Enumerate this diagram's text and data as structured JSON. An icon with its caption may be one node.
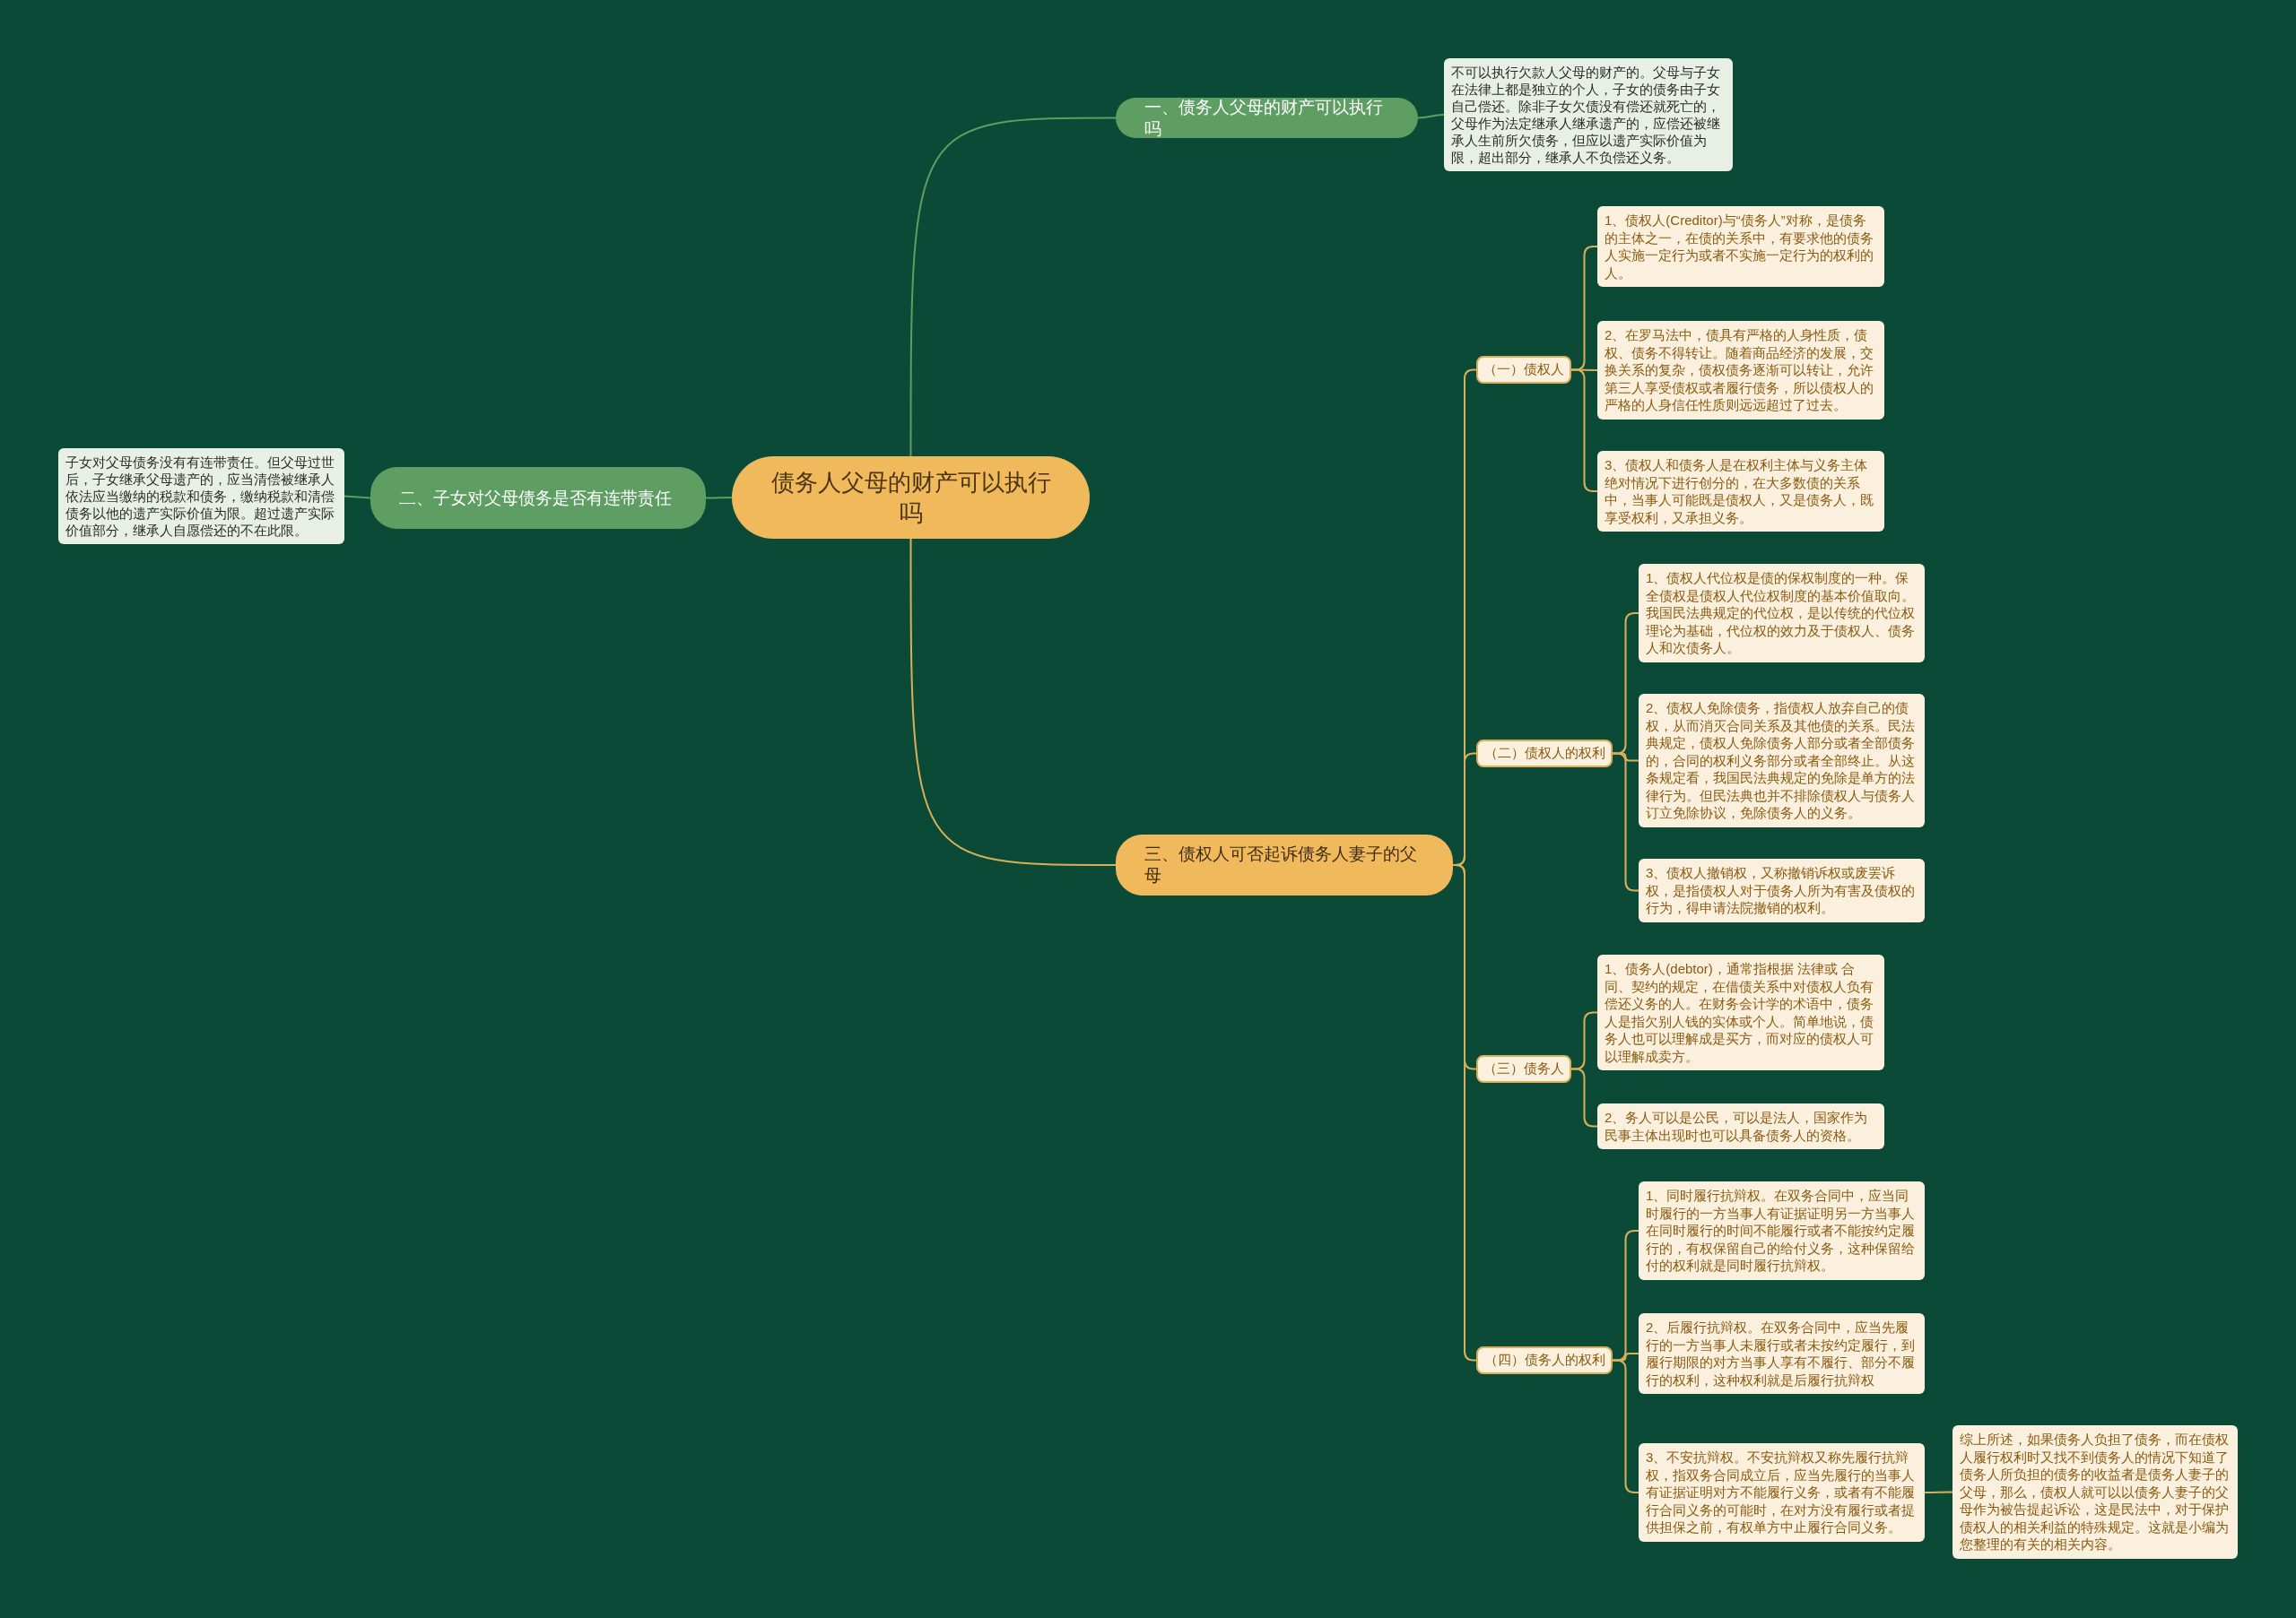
{
  "diagram": {
    "nodes": [
      {
        "text": [
          "债务人父母的财产可以执行吗"
        ]
      },
      {
        "text": [
          "一、债务人父母的财产可以执行吗"
        ]
      },
      {
        "text": [
          "不可以执行欠款人父母的财产的。父母与子女在法律上都是独立的个人，子女的债务由子女自己偿还。除非子女欠债没有偿还就死亡的，父母作为法定继承人继承遗产的，应偿还被继承人生前所欠债务，但应以遗产实际价值为限，超出部分，继承人不负偿还义务。"
        ]
      },
      {
        "text": [
          "二、子女对父母债务是否有连带责任"
        ]
      },
      {
        "text": [
          "子女对父母债务没有有连带责任。但父母过世后，子女继承父母遗产的，应当清偿被继承人依法应当缴纳的税款和债务，缴纳税款和清偿债务以他的遗产实际价值为限。超过遗产实际价值部分，继承人自愿偿还的不在此限。"
        ]
      },
      {
        "text": [
          "三、债权人可否起诉债务人妻子的父母"
        ]
      },
      {
        "text": [
          "（一）债权人"
        ]
      },
      {
        "text": [
          "1、债权人(Creditor)与“债务人”对称，是债务的主体之一，在债的关系中，有要求他的债务人实施一定行为或者不实施一定行为的权利的人。"
        ]
      },
      {
        "text": [
          "2、在罗马法中，债具有严格的人身性质，债权、债务不得转让。随着商品经济的发展，交换关系的复杂，债权债务逐渐可以转让，允许第三人享受债权或者履行债务，所以债权人的严格的人身信任性质则远远超过了过去。"
        ]
      },
      {
        "text": [
          "3、债权人和债务人是在权利主体与义务主体绝对情况下进行创分的，在大多数债的关系中，当事人可能既是债权人，又是债务人，既享受权利，又承担义务。"
        ]
      },
      {
        "text": [
          "（二）债权人的权利"
        ]
      },
      {
        "text": [
          "1、债权人代位权是债的保权制度的一种。保全债权是债权人代位权制度的基本价值取向。我国民法典规定的代位权，是以传统的代位权理论为基础，代位权的效力及于债权人、债务人和次债务人。"
        ]
      },
      {
        "text": [
          "2、债权人免除债务，指债权人放弃自己的债权，从而消灭合同关系及其他债的关系。民法典规定，债权人免除债务人部分或者全部债务的，合同的权利义务部分或者全部终止。从这条规定看，我国民法典规定的免除是单方的法律行为。但民法典也并不排除债权人与债务人订立免除协议，免除债务人的义务。"
        ]
      },
      {
        "text": [
          "3、债权人撤销权，又称撤销诉权或废罢诉权，是指债权人对于债务人所为有害及债权的行为，得申请法院撤销的权利。"
        ]
      },
      {
        "text": [
          "（三）债务人"
        ]
      },
      {
        "text": [
          "1、债务人(debtor)，通常指根据 法律或 合同、契约的规定，在借债关系中对债权人负有偿还义务的人。在财务会计学的术语中，债务人是指欠别人钱的实体或个人。简单地说，债务人也可以理解成是买方，而对应的债权人可以理解成卖方。"
        ]
      },
      {
        "text": [
          "2、务人可以是公民，可以是法人，国家作为民事主体出现时也可以具备债务人的资格。"
        ]
      },
      {
        "text": [
          "（四）债务人的权利"
        ]
      },
      {
        "text": [
          "1、同时履行抗辩权。在双务合同中，应当同时履行的一方当事人有证据证明另一方当事人在同时履行的时间不能履行或者不能按约定履行的，有权保留自己的给付义务，这种保留给付的权利就是同时履行抗辩权。"
        ]
      },
      {
        "text": [
          "2、后履行抗辩权。在双务合同中，应当先履行的一方当事人未履行或者未按约定履行，到履行期限的对方当事人享有不履行、部分不履行的权利，这种权利就是后履行抗辩权"
        ]
      },
      {
        "text": [
          "3、不安抗辩权。不安抗辩权又称先履行抗辩权，指双务合同成立后，应当先履行的当事人有证据证明对方不能履行义务，或者有不能履行合同义务的可能时，在对方没有履行或者提供担保之前，有权单方中止履行合同义务。"
        ]
      },
      {
        "text": [
          "综上所述，如果债务人负担了债务，而在债权人履行权利时又找不到债务人的情况下知道了债务人所负担的债务的收益者是债务人妻子的父母，那么，债权人就可以以债务人妻子的父母作为被告提起诉讼，这是民法中，对于保护债权人的相关利益的特殊规定。这就是小编为您整理的有关的相关内容。"
        ]
      }
    ],
    "edges": [
      {
        "from": 0,
        "to": 1,
        "arrow": "none",
        "color": "#5e9e63"
      },
      {
        "from": 1,
        "to": 2,
        "arrow": "none",
        "color": "#5e9e63"
      },
      {
        "from": 0,
        "to": 3,
        "arrow": "none",
        "color": "#5e9e63"
      },
      {
        "from": 3,
        "to": 4,
        "arrow": "none",
        "color": "#5e9e63"
      },
      {
        "from": 0,
        "to": 5,
        "arrow": "none"
      },
      {
        "from": 5,
        "to": 6,
        "arrow": "none"
      },
      {
        "from": 6,
        "to": 7,
        "arrow": "none"
      },
      {
        "from": 6,
        "to": 8,
        "arrow": "none"
      },
      {
        "from": 6,
        "to": 9,
        "arrow": "none"
      },
      {
        "from": 5,
        "to": 10,
        "arrow": "none"
      },
      {
        "from": 10,
        "to": 11,
        "arrow": "none"
      },
      {
        "from": 10,
        "to": 12,
        "arrow": "none"
      },
      {
        "from": 10,
        "to": 13,
        "arrow": "none"
      },
      {
        "from": 5,
        "to": 14,
        "arrow": "none"
      },
      {
        "from": 14,
        "to": 15,
        "arrow": "none"
      },
      {
        "from": 14,
        "to": 16,
        "arrow": "none"
      },
      {
        "from": 5,
        "to": 17,
        "arrow": "none"
      },
      {
        "from": 17,
        "to": 18,
        "arrow": "none"
      },
      {
        "from": 17,
        "to": 19,
        "arrow": "none"
      },
      {
        "from": 17,
        "to": 20,
        "arrow": "none"
      },
      {
        "from": 20,
        "to": 21,
        "arrow": "none"
      }
    ]
  }
}
